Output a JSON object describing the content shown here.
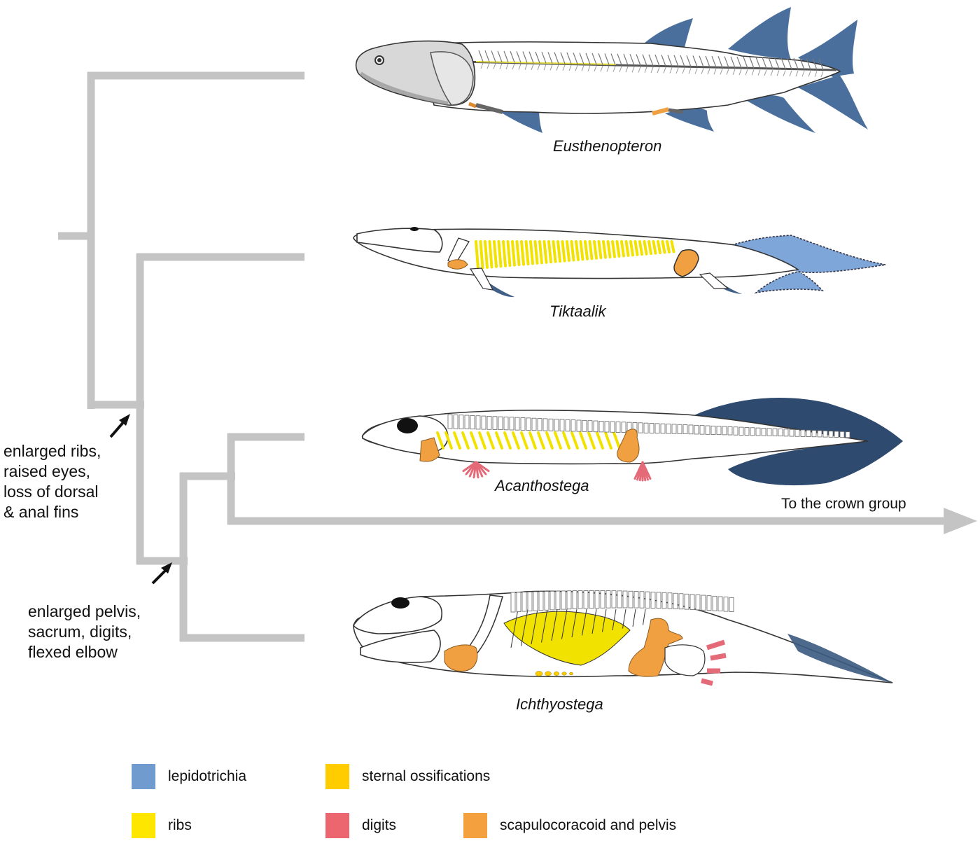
{
  "figure": {
    "type": "cladogram",
    "branch_color": "#c4c4c4"
  },
  "taxa": [
    {
      "name": "Eusthenopteron"
    },
    {
      "name": "Tiktaalik"
    },
    {
      "name": "Acanthostega"
    },
    {
      "name": "Ichthyostega"
    }
  ],
  "annotations": {
    "node1": {
      "lines": [
        "enlarged ribs,",
        "raised eyes,",
        "loss of dorsal",
        "& anal fins"
      ]
    },
    "node2": {
      "lines": [
        "enlarged pelvis,",
        "sacrum, digits,",
        "flexed elbow"
      ]
    },
    "crown": "To the crown group"
  },
  "legend": [
    {
      "label": "lepidotrichia",
      "color": "#6f9bcf"
    },
    {
      "label": "sternal ossifications",
      "color": "#ffcc00"
    },
    {
      "label": "ribs",
      "color": "#ffe600"
    },
    {
      "label": "digits",
      "color": "#ec6670"
    },
    {
      "label": "scapulocoracoid and pelvis",
      "color": "#f4a03e"
    }
  ],
  "colors": {
    "fin_dark": "#3f5f86",
    "fin_blue": "#4a6f9c",
    "tik_fin": "#7ea6d8",
    "rib": "#f2e200",
    "orange": "#f0a040",
    "digit": "#e46a78",
    "outline": "#333333",
    "bone": "#ffffff",
    "skull_shade": "#d8d8d8"
  }
}
